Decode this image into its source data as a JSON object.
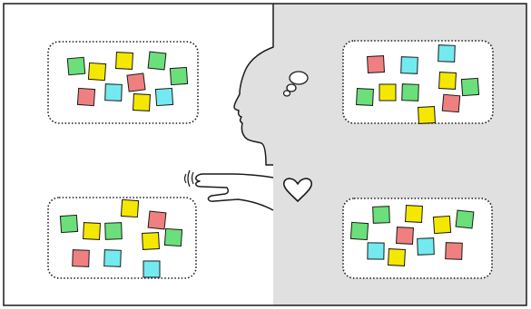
{
  "colors": {
    "background_left": "#ffffff",
    "background_right": "#e0e0e0",
    "frame": "#1a1a1a",
    "green": "#6bdf7a",
    "yellow": "#f5e800",
    "red": "#f08080",
    "cyan": "#72eaf0",
    "heart": "#ffffff"
  },
  "icons": [
    "person-silhouette-icon",
    "pointing-hand-icon",
    "thought-bubble-icon",
    "heart-icon",
    "sticky-note-icon"
  ],
  "panels": [
    {
      "id": "top-left",
      "note_colors": [
        "green",
        "yellow",
        "yellow",
        "green",
        "green",
        "red",
        "cyan",
        "red",
        "yellow",
        "cyan"
      ]
    },
    {
      "id": "bottom-left",
      "note_colors": [
        "yellow",
        "red",
        "green",
        "yellow",
        "green",
        "yellow",
        "green",
        "red",
        "cyan",
        "cyan"
      ]
    },
    {
      "id": "top-right",
      "note_colors": [
        "cyan",
        "red",
        "cyan",
        "green",
        "yellow",
        "green",
        "yellow",
        "green",
        "red",
        "yellow"
      ]
    },
    {
      "id": "bottom-right",
      "note_colors": [
        "green",
        "yellow",
        "green",
        "yellow",
        "green",
        "red",
        "red",
        "cyan",
        "cyan",
        "yellow"
      ]
    }
  ]
}
